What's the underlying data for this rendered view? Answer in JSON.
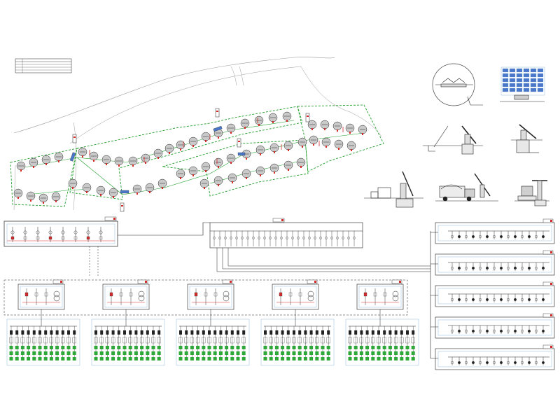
{
  "sheet": {
    "background": "#ffffff"
  },
  "colors": {
    "line": "#222222",
    "grey_line": "#9a9a9a",
    "green_route": "#1f9e2a",
    "green_module": "#2fa83a",
    "turbine_fill": "#c9c9c9",
    "panel_blue": "#4a77c9",
    "border_blue": "#7aa7d6",
    "accent_red": "#d42b2b",
    "cable_pink": "#e87aa0"
  },
  "legend_table": {
    "title": "",
    "rows": [
      "",
      "",
      "",
      ""
    ]
  },
  "site_plan": {
    "cluster_count": 4,
    "substation_markers": 5
  },
  "detail_views": [
    {
      "name": "circular-detail"
    },
    {
      "name": "solar-array-elevation"
    },
    {
      "name": "tracker-section-a"
    },
    {
      "name": "tracker-section-b"
    },
    {
      "name": "foundation-section"
    },
    {
      "name": "transport-truck"
    },
    {
      "name": "mounting-frame"
    }
  ],
  "single_line_diagrams": {
    "substation_panel_count": 1,
    "transformer_bay_count": 5,
    "inverter_group_count": 5,
    "feeder_panels_right": 5
  }
}
